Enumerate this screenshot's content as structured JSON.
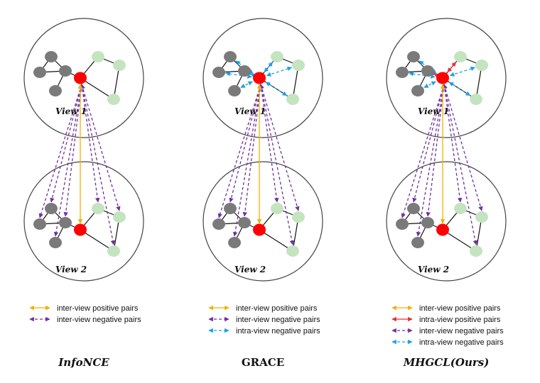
{
  "view1_label": "View 1",
  "view2_label": "View 2",
  "colors": {
    "anchor": "#ff0000",
    "same_view": "#7a7a7a",
    "other_view": "#c4e4bf",
    "inter_positive": "#f0b000",
    "intra_positive": "#e53030",
    "inter_negative": "#7030a0",
    "intra_negative": "#1ea0e0"
  },
  "panels": [
    {
      "id": "infonce",
      "title": "InfoNCE",
      "legend": [
        {
          "label": "inter-view positive pairs",
          "kind": "inter_positive"
        },
        {
          "label": "inter-view negative pairs",
          "kind": "inter_negative"
        }
      ]
    },
    {
      "id": "grace",
      "title": "GRACE",
      "legend": [
        {
          "label": "inter-view positive pairs",
          "kind": "inter_positive"
        },
        {
          "label": "inter-view negative pairs",
          "kind": "inter_negative"
        },
        {
          "label": "intra-view negative pairs",
          "kind": "intra_negative"
        }
      ]
    },
    {
      "id": "mhgcl",
      "title": "MHGCL(Ours)",
      "legend": [
        {
          "label": "inter-view positive pairs",
          "kind": "inter_positive"
        },
        {
          "label": "intra-view positive pairs",
          "kind": "intra_positive"
        },
        {
          "label": "inter-view negative pairs",
          "kind": "inter_negative"
        },
        {
          "label": "intra-view negative pairs",
          "kind": "intra_negative"
        }
      ]
    }
  ]
}
